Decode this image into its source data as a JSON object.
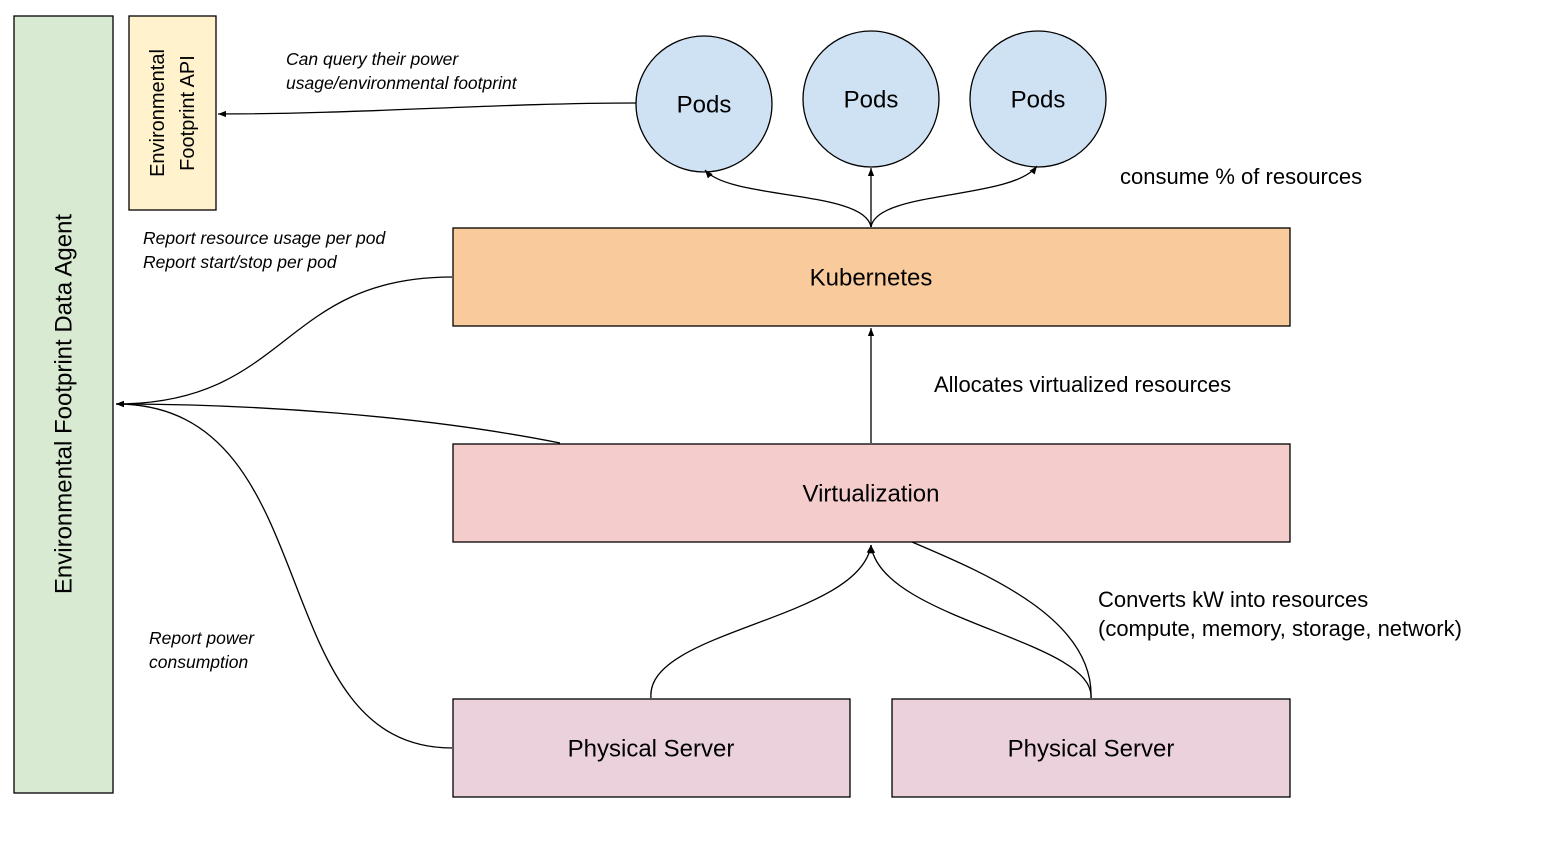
{
  "colors": {
    "agent": "#d9ead3",
    "api": "#fff2cc",
    "pods": "#cfe2f3",
    "kubernetes": "#f9cb9c",
    "virtualization": "#f4cccc",
    "physical": "#ead1dc",
    "stroke": "#000000"
  },
  "agent": {
    "label": "Environmental Footprint Data Agent"
  },
  "api": {
    "line1": "Environmental",
    "line2": "Footprint API"
  },
  "pods": [
    {
      "label": "Pods"
    },
    {
      "label": "Pods"
    },
    {
      "label": "Pods"
    }
  ],
  "kubernetes": {
    "label": "Kubernetes"
  },
  "virtualization": {
    "label": "Virtualization"
  },
  "servers": [
    {
      "label": "Physical Server"
    },
    {
      "label": "Physical Server"
    }
  ],
  "annotations": {
    "query_line1": "Can query their power",
    "query_line2": "usage/environmental footprint",
    "report_usage_line1": "Report resource usage per pod",
    "report_usage_line2": "Report start/stop per pod",
    "report_power_line1": "Report power",
    "report_power_line2": "consumption",
    "consume": "consume % of resources",
    "allocates": "Allocates virtualized resources",
    "converts_line1": "Converts kW into resources",
    "converts_line2": "(compute, memory, storage, network)"
  }
}
